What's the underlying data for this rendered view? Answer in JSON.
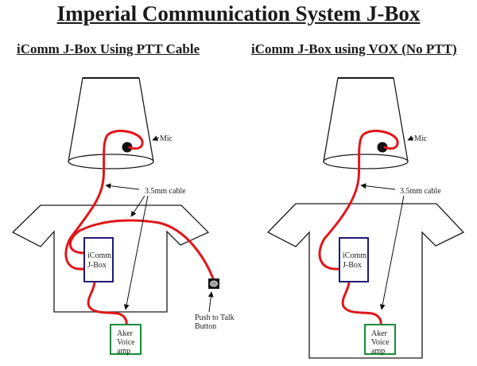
{
  "title": "Imperial Communication System J-Box",
  "panels": [
    {
      "heading": "iComm J-Box Using PTT Cable",
      "mic_label": "Mic",
      "cable_label": "3.5mm cable",
      "jbox_label_line1": "iComm",
      "jbox_label_line2": "J-Box",
      "amp_label_line1": "Aker",
      "amp_label_line2": "Voice",
      "amp_label_line3": "amp",
      "ptt_label_line1": "Push to Talk",
      "ptt_label_line2": "Button"
    },
    {
      "heading": "iComm J-Box using VOX (No PTT)",
      "mic_label": "Mic",
      "cable_label": "3.5mm cable",
      "jbox_label_line1": "iComm",
      "jbox_label_line2": "J-Box",
      "amp_label_line1": "Aker",
      "amp_label_line2": "Voice",
      "amp_label_line3": "amp"
    }
  ],
  "colors": {
    "cable": "#e0161b",
    "jbox_border": "#1d1a7a",
    "amp_border": "#1a8a3a",
    "outline": "#1a1a1a"
  }
}
